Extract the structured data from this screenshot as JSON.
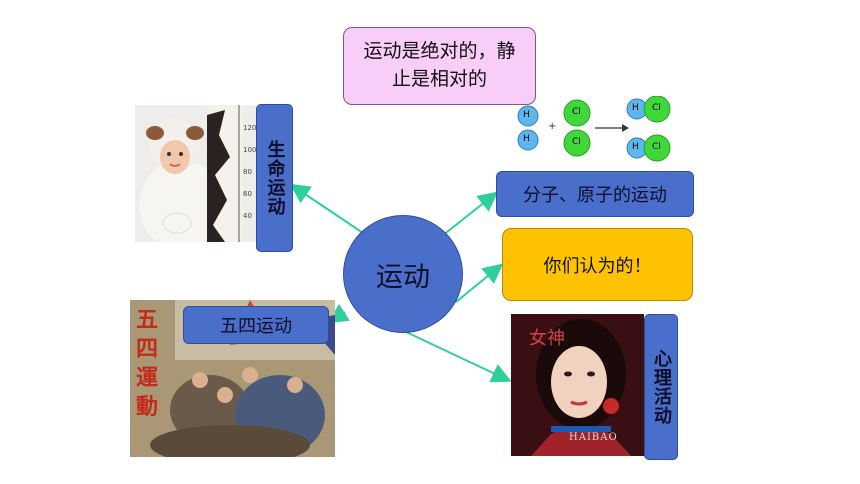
{
  "callout": {
    "line1": "运动是绝对的，静",
    "line2": "止是相对的"
  },
  "center": {
    "label": "运动"
  },
  "branches": {
    "life": "生命运动",
    "molecule": "分子、原子的运动",
    "opinion": "你们认为的！",
    "may_fourth": "五四运动",
    "mind": "心理活动"
  },
  "images": {
    "child_ruler": {
      "ticks": [
        "120",
        "100",
        "80",
        "60",
        "40"
      ]
    },
    "reaction": {
      "molecules": [
        "H",
        "H",
        "Cl",
        "Cl",
        "H",
        "Cl",
        "H",
        "Cl"
      ],
      "plus": "+"
    },
    "poster": {
      "title_chars": [
        "五",
        "四",
        "運",
        "動"
      ]
    },
    "portrait": {
      "caption_top": "女神",
      "caption_bottom": "HAIBAO"
    }
  },
  "colors": {
    "blue": "#4a6fcb",
    "yellow": "#fec200",
    "pink": "#f8cdf8",
    "arrow": "#2ecf9a"
  }
}
